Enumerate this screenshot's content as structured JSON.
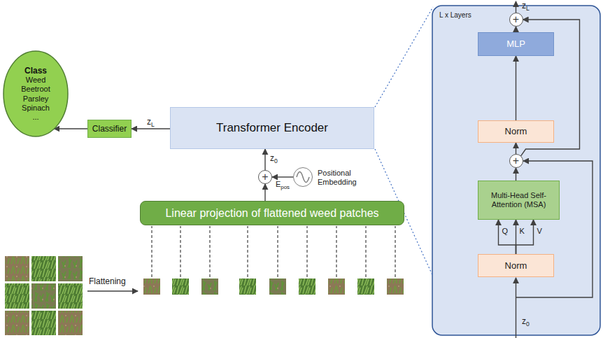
{
  "diagram": {
    "nodes": [
      {
        "text": [
          "Class",
          "Weed Beetroot Parsley Spinach ..."
        ]
      },
      {
        "text": [
          "Classifier"
        ]
      },
      {
        "text": [
          "Transformer Encoder"
        ]
      },
      {
        "text": [
          "+"
        ]
      },
      {
        "text": [
          "Positional Embedding"
        ]
      },
      {
        "text": [
          "Linear projection of flattened weed patches"
        ]
      },
      {
        "text": [
          "L x Layers"
        ]
      },
      {
        "text": [
          "+"
        ],
        "in": 6
      },
      {
        "text": [
          "MLP"
        ],
        "in": 6
      },
      {
        "text": [
          "Norm"
        ],
        "in": 6
      },
      {
        "text": [
          "+"
        ],
        "in": 6
      },
      {
        "text": [
          "Multi-Head Self-Attention (MSA)"
        ],
        "in": 6
      },
      {
        "text": [
          "Norm"
        ],
        "in": 6
      }
    ],
    "edges": [
      {
        "from": 2,
        "to": 1,
        "arrow": "to",
        "label": "zL"
      },
      {
        "from": 1,
        "to": 0,
        "arrow": "to"
      },
      {
        "from": 5,
        "to": 3,
        "arrow": "to"
      },
      {
        "from": 4,
        "to": 3,
        "arrow": "to",
        "label": "Epos"
      },
      {
        "from": 3,
        "to": 2,
        "arrow": "to",
        "label": "z0"
      },
      {
        "from": 12,
        "to": 11,
        "arrow": "to",
        "label": "Q"
      },
      {
        "from": 12,
        "to": 11,
        "arrow": "to",
        "label": "K"
      },
      {
        "from": 12,
        "to": 11,
        "arrow": "to",
        "label": "V"
      },
      {
        "from": 11,
        "to": 10,
        "arrow": "to"
      },
      {
        "from": 10,
        "to": 9,
        "arrow": "to"
      },
      {
        "from": 9,
        "to": 8,
        "arrow": "to"
      },
      {
        "from": 8,
        "to": 7,
        "arrow": "to"
      },
      {
        "from": 10,
        "to": 7,
        "arrow": "to"
      }
    ],
    "labels": [
      "Flattening",
      "zL",
      "z0"
    ]
  }
}
